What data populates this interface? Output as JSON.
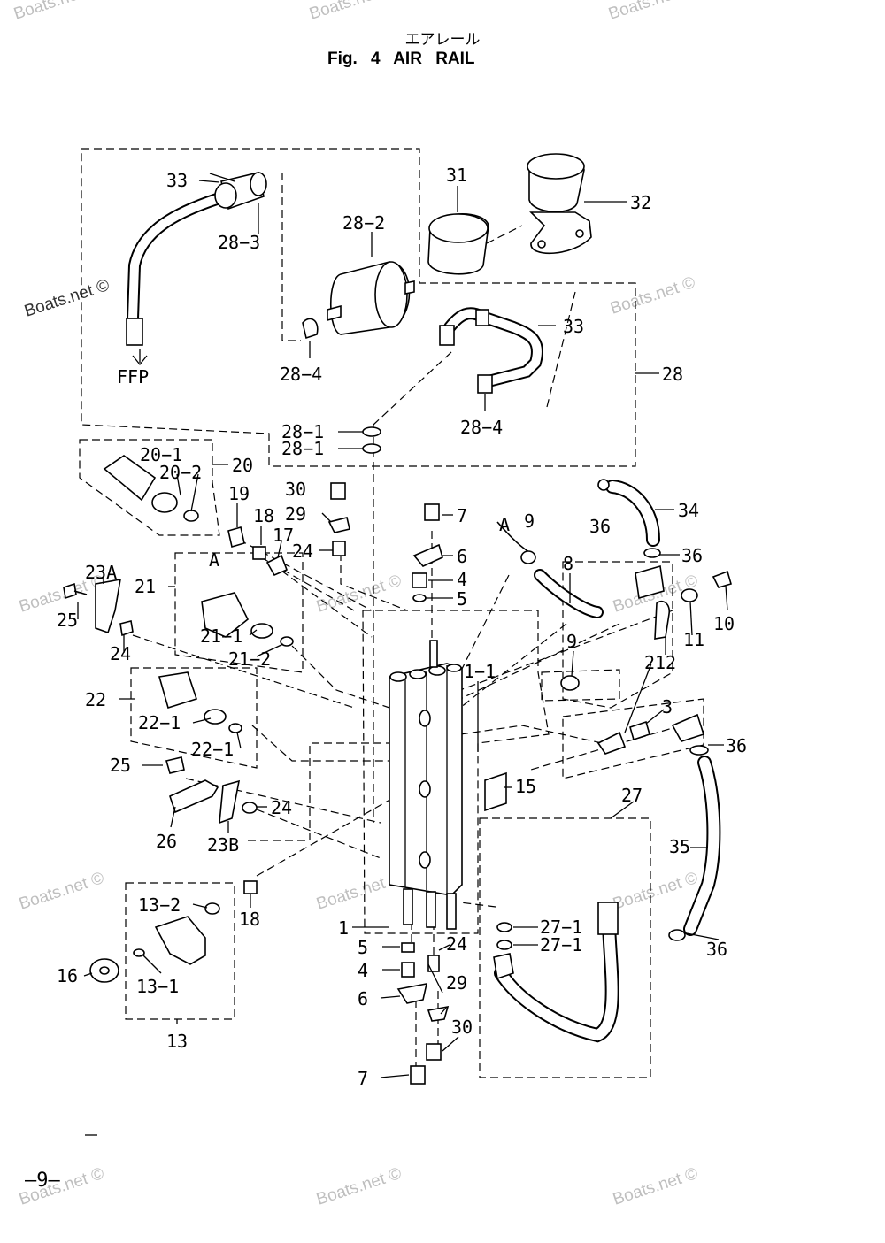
{
  "header": {
    "title_jp": "エアレール",
    "fig_label": "Fig. 4",
    "fig_title": "AIR RAIL"
  },
  "page_number": "—9—",
  "watermark": "Boats.net ©",
  "labels": {
    "l33a": "33",
    "l28_3": "28−3",
    "l28_2": "28−2",
    "l31": "31",
    "l32": "32",
    "lFFP": "FFP",
    "l28_4a": "28−4",
    "l33b": "33",
    "l28": "28",
    "l28_1a": "28−1",
    "l28_1b": "28−1",
    "l28_4b": "28−4",
    "l20_1": "20−1",
    "l20_2": "20−2",
    "l20": "20",
    "l19": "19",
    "l18a": "18",
    "l17": "17",
    "l30a": "30",
    "l29a": "29",
    "l24a": "24",
    "l7a": "7",
    "l6a": "6",
    "l4a": "4",
    "l5a": "5",
    "l36a": "36",
    "l34": "34",
    "lAa": "A",
    "l9a": "9",
    "l8": "8",
    "l36b": "36",
    "l23A": "23A",
    "l25a": "25",
    "l24b": "24",
    "l21": "21",
    "lAb": "A",
    "l21_1": "21−1",
    "l21_2": "21−2",
    "l10": "10",
    "l11": "11",
    "l12": "12",
    "l1_1": "1−1",
    "l9b": "9",
    "l2": "2",
    "l3": "3",
    "l22": "22",
    "l22_1a": "22−1",
    "l22_1b": "22−1",
    "l36c": "36",
    "l25b": "25",
    "l15": "15",
    "l24c": "24",
    "l26": "26",
    "l23B": "23B",
    "l27": "27",
    "l35": "35",
    "l13_2": "13−2",
    "l18b": "18",
    "l1": "1",
    "l5b": "5",
    "l24d": "24",
    "l27_1a": "27−1",
    "l27_1b": "27−1",
    "l36d": "36",
    "l16": "16",
    "l13_1": "13−1",
    "l4b": "4",
    "l29b": "29",
    "l6b": "6",
    "l30b": "30",
    "l13": "13",
    "l7b": "7"
  }
}
